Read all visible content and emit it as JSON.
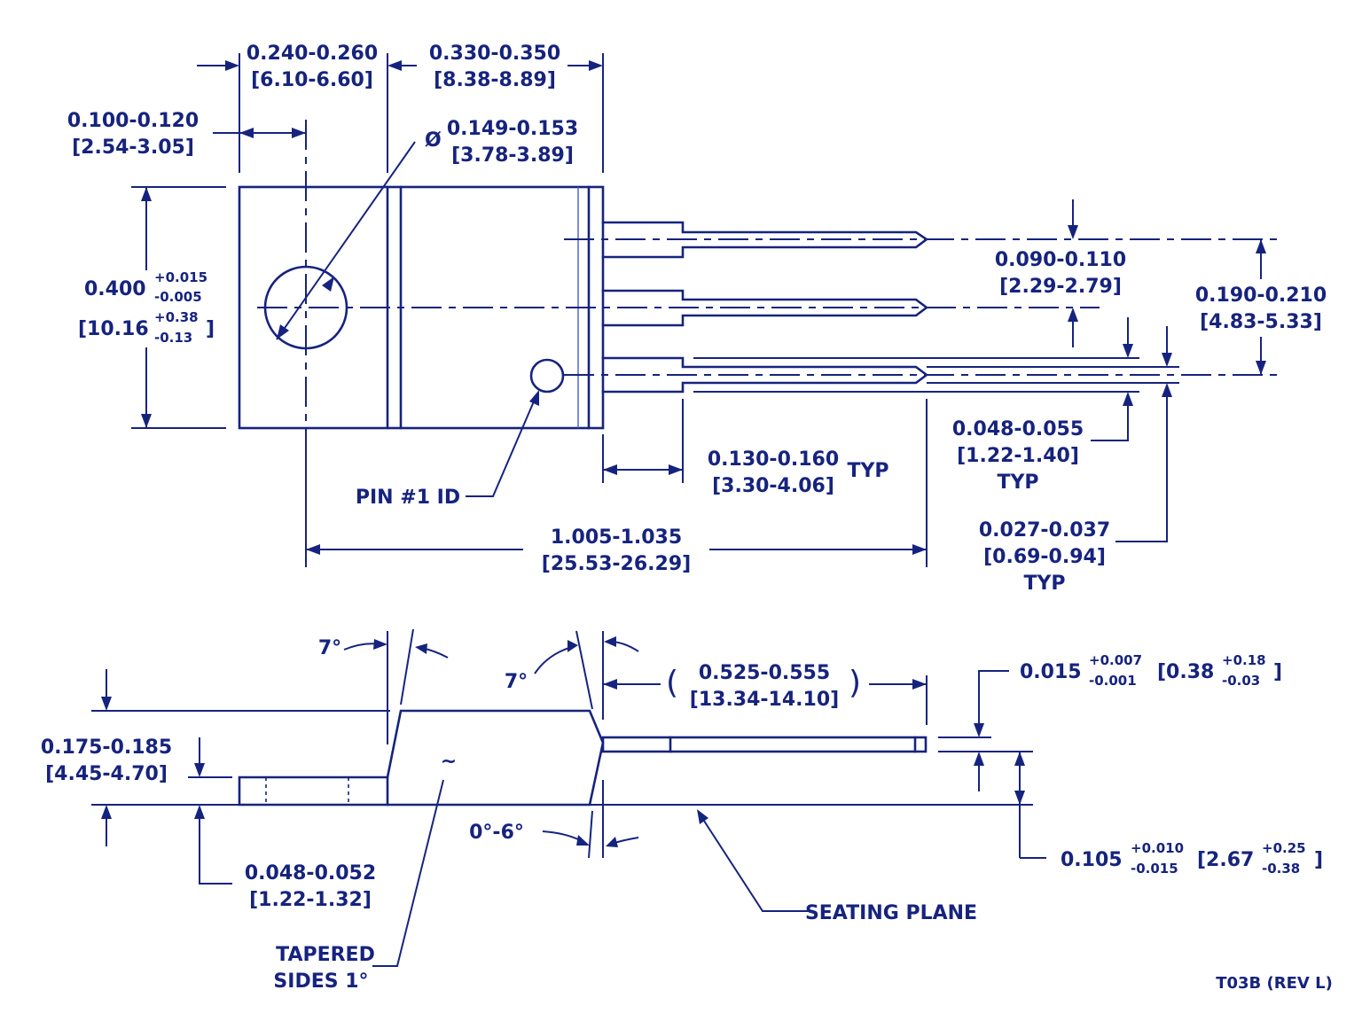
{
  "dims": {
    "tab_width": {
      "nom": "0.240-0.260",
      "mm": "[6.10-6.60]"
    },
    "body_width": {
      "nom": "0.330-0.350",
      "mm": "[8.38-8.89]"
    },
    "hole_offset": {
      "nom": "0.100-0.120",
      "mm": "[2.54-3.05]"
    },
    "hole_diameter": {
      "sym": "Ø",
      "nom": "0.149-0.153",
      "mm": "[3.78-3.89]"
    },
    "height": {
      "nom": "0.400",
      "tol_plus": "+0.015",
      "tol_minus": "-0.005",
      "mm_open": "[10.16",
      "mm_plus": "+0.38",
      "mm_minus": "-0.13",
      "mm_close": "]"
    },
    "pin_pitch": {
      "nom": "0.090-0.110",
      "mm": "[2.29-2.79]"
    },
    "pin_span": {
      "nom": "0.190-0.210",
      "mm": "[4.83-5.33]"
    },
    "pin_shoulder_width": {
      "nom": "0.048-0.055",
      "mm": "[1.22-1.40]",
      "note": "TYP"
    },
    "shoulder_length": {
      "nom": "0.130-0.160",
      "mm": "[3.30-4.06]",
      "note": "TYP"
    },
    "overall_length": {
      "nom": "1.005-1.035",
      "mm": "[25.53-26.29]"
    },
    "pin_width": {
      "nom": "0.027-0.037",
      "mm": "[0.69-0.94]",
      "note": "TYP"
    },
    "lead_length": {
      "paren_open": "(",
      "nom": "0.525-0.555",
      "mm": "[13.34-14.10]",
      "paren_close": ")"
    },
    "lead_thickness": {
      "nom": "0.015",
      "tol_plus": "+0.007",
      "tol_minus": "-0.001",
      "mm_open": "[0.38",
      "mm_plus": "+0.18",
      "mm_minus": "-0.03",
      "mm_close": "]"
    },
    "body_height": {
      "nom": "0.175-0.185",
      "mm": "[4.45-4.70]"
    },
    "tab_thickness": {
      "nom": "0.048-0.052",
      "mm": "[1.22-1.32]"
    },
    "lead_standoff": {
      "nom": "0.105",
      "tol_plus": "+0.010",
      "tol_minus": "-0.015",
      "mm_open": "[2.67",
      "mm_plus": "+0.25",
      "mm_minus": "-0.38",
      "mm_close": "]"
    }
  },
  "labels": {
    "pin1": "PIN #1 ID",
    "angle_left": "7°",
    "angle_right": "7°",
    "angle_bottom": "0°-6°",
    "taper_symbol": "~",
    "tapered_line1": "TAPERED",
    "tapered_line2": "SIDES 1°",
    "seating_plane": "SEATING PLANE",
    "drawing_ref": "T03B (REV L)"
  },
  "colors": {
    "ink": "#16237e",
    "accent": "#4a5cc9",
    "background": "#ffffff"
  }
}
